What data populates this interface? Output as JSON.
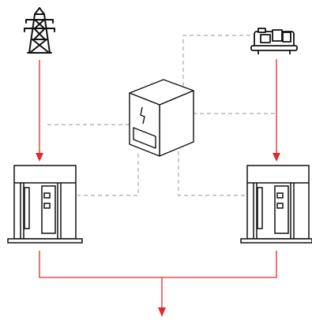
{
  "diagram": {
    "components": [
      {
        "id": "utility",
        "icon": "transmission-tower-icon"
      },
      {
        "id": "generator",
        "icon": "generator-icon"
      },
      {
        "id": "controller",
        "icon": "controller-cabinet-icon"
      },
      {
        "id": "left_switchgear",
        "icon": "switchgear-cabinet-icon"
      },
      {
        "id": "right_switchgear",
        "icon": "switchgear-cabinet-icon"
      },
      {
        "id": "load_output",
        "icon": "output-arrow-icon"
      }
    ],
    "colors": {
      "power_line": "#e8252b",
      "control_line": "#a9a9a9",
      "outline": "#111111",
      "fill": "#ffffff"
    }
  }
}
